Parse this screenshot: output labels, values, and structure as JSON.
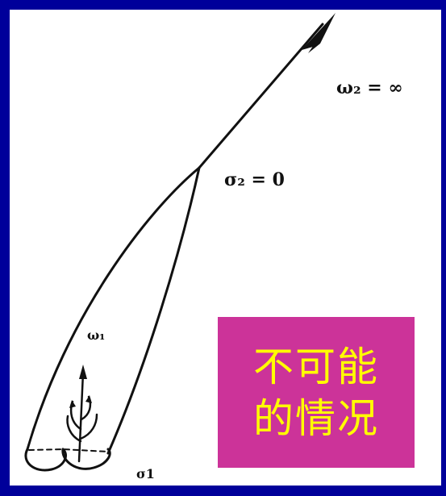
{
  "labels": {
    "omega2": "ω₂ = ∞",
    "sigma2": "σ₂ = 0",
    "omega1": "ω₁",
    "sigma1": "σ1"
  },
  "callout": {
    "line1": "不可能",
    "line2": "的情况"
  },
  "colors": {
    "slide_border": "#00009a",
    "panel_background": "#ffffff",
    "callout_background": "#cc3399",
    "callout_text": "#ffff00",
    "ink": "#111111"
  },
  "icons": [
    "arrow-head",
    "sprout-icon"
  ]
}
